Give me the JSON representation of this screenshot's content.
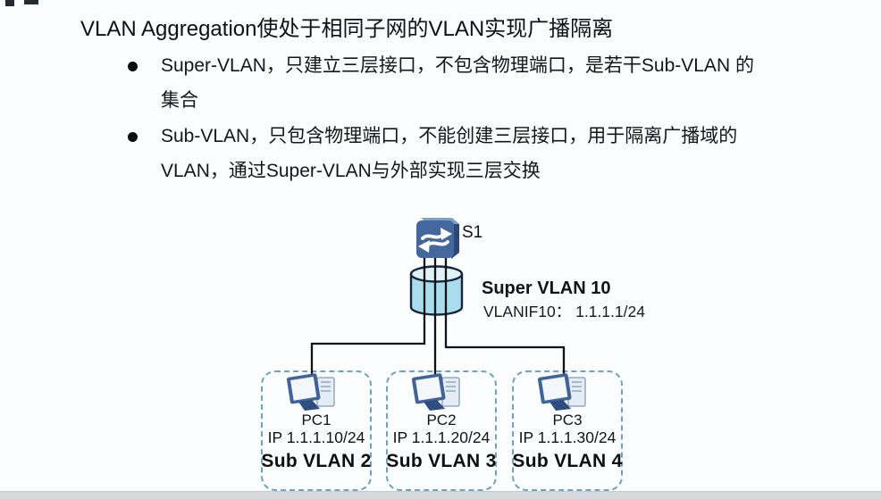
{
  "slide": {
    "title": "VLAN Aggregation使处于相同子网的VLAN实现广播隔离",
    "bullets": [
      {
        "lines": [
          "Super-VLAN，只建立三层接口，不包含物理端口，是若干Sub-VLAN 的",
          "集合"
        ]
      },
      {
        "lines": [
          "Sub-VLAN，只包含物理端口，不能创建三层接口，用于隔离广播域的",
          "VLAN，通过Super-VLAN与外部实现三层交换"
        ]
      }
    ]
  },
  "diagram": {
    "switch_label": "S1",
    "super_vlan": {
      "name": "Super VLAN 10",
      "interface": "VLANIF10： 1.1.1.1/24"
    },
    "sub_vlans": [
      {
        "pc_name": "PC1",
        "pc_ip": "IP 1.1.1.10/24",
        "vlan_label": "Sub VLAN 2"
      },
      {
        "pc_name": "PC2",
        "pc_ip": "IP 1.1.1.20/24",
        "vlan_label": "Sub VLAN 3"
      },
      {
        "pc_name": "PC3",
        "pc_ip": "IP 1.1.1.30/24",
        "vlan_label": "Sub VLAN 4"
      }
    ],
    "icons": [
      "switch-icon",
      "vlan-cylinder-icon",
      "pc-icon"
    ]
  },
  "colors": {
    "text": "#141414",
    "connector_line": "#131313",
    "switch_blue": "#44679e",
    "switch_side": "#2b4878",
    "cylinder_fill": "#a9dcec",
    "cylinder_top_fill": "#def2f8",
    "cylinder_stroke": "#17263f",
    "dashed_border": "#6ba3c4",
    "letterbox_gray": "#d7dadd"
  }
}
